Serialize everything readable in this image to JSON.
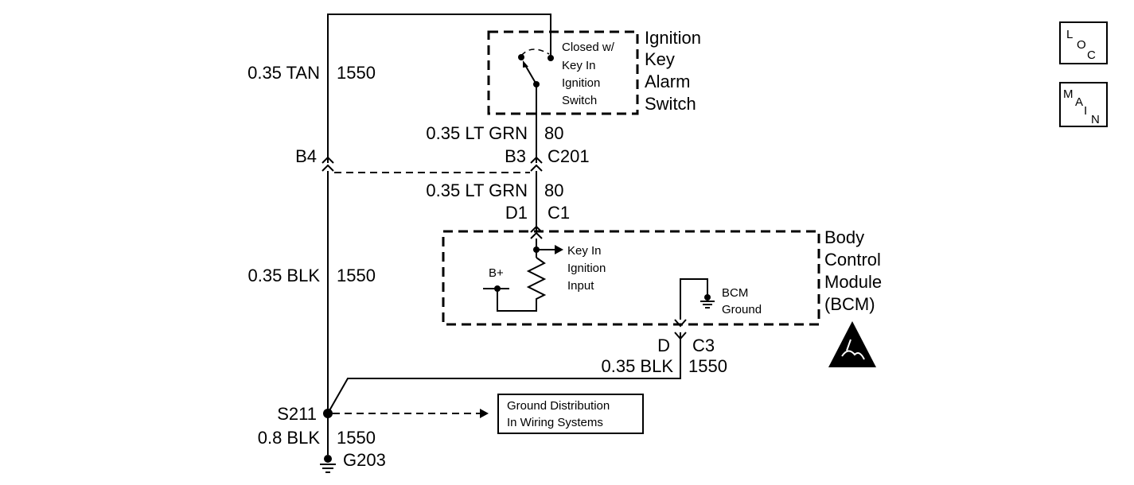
{
  "switch": {
    "title_lines": [
      "Ignition",
      "Key",
      "Alarm",
      "Switch"
    ],
    "note_lines": [
      "Closed w/",
      "Key In",
      "Ignition",
      "Switch"
    ]
  },
  "wires": {
    "left_top": {
      "size": "0.35 TAN",
      "circuit": "1550"
    },
    "left_mid": {
      "size": "0.35 BLK",
      "circuit": "1550"
    },
    "left_bottom": {
      "size": "0.8 BLK",
      "circuit": "1550"
    },
    "center_upper": {
      "size": "0.35 LT GRN",
      "circuit": "80"
    },
    "center_lower": {
      "size": "0.35 LT GRN",
      "circuit": "80"
    },
    "bcm_ground": {
      "size": "0.35 BLK",
      "circuit": "1550"
    }
  },
  "connectors": {
    "b4": "B4",
    "b3": "B3",
    "c201": "C201",
    "d1": "D1",
    "c1": "C1",
    "d": "D",
    "c3": "C3"
  },
  "bcm": {
    "title_lines": [
      "Body",
      "Control",
      "Module",
      "(BCM)"
    ],
    "input_lines": [
      "Key In",
      "Ignition",
      "Input"
    ],
    "b_plus": "B+",
    "ground_lines": [
      "BCM",
      "Ground"
    ]
  },
  "splice": "S211",
  "ground": "G203",
  "ground_dist": {
    "lines": [
      "Ground Distribution",
      "In Wiring Systems"
    ]
  },
  "nav": {
    "loc": [
      "L",
      "O",
      "C"
    ],
    "main": [
      "M",
      "A",
      "I",
      "N"
    ]
  }
}
